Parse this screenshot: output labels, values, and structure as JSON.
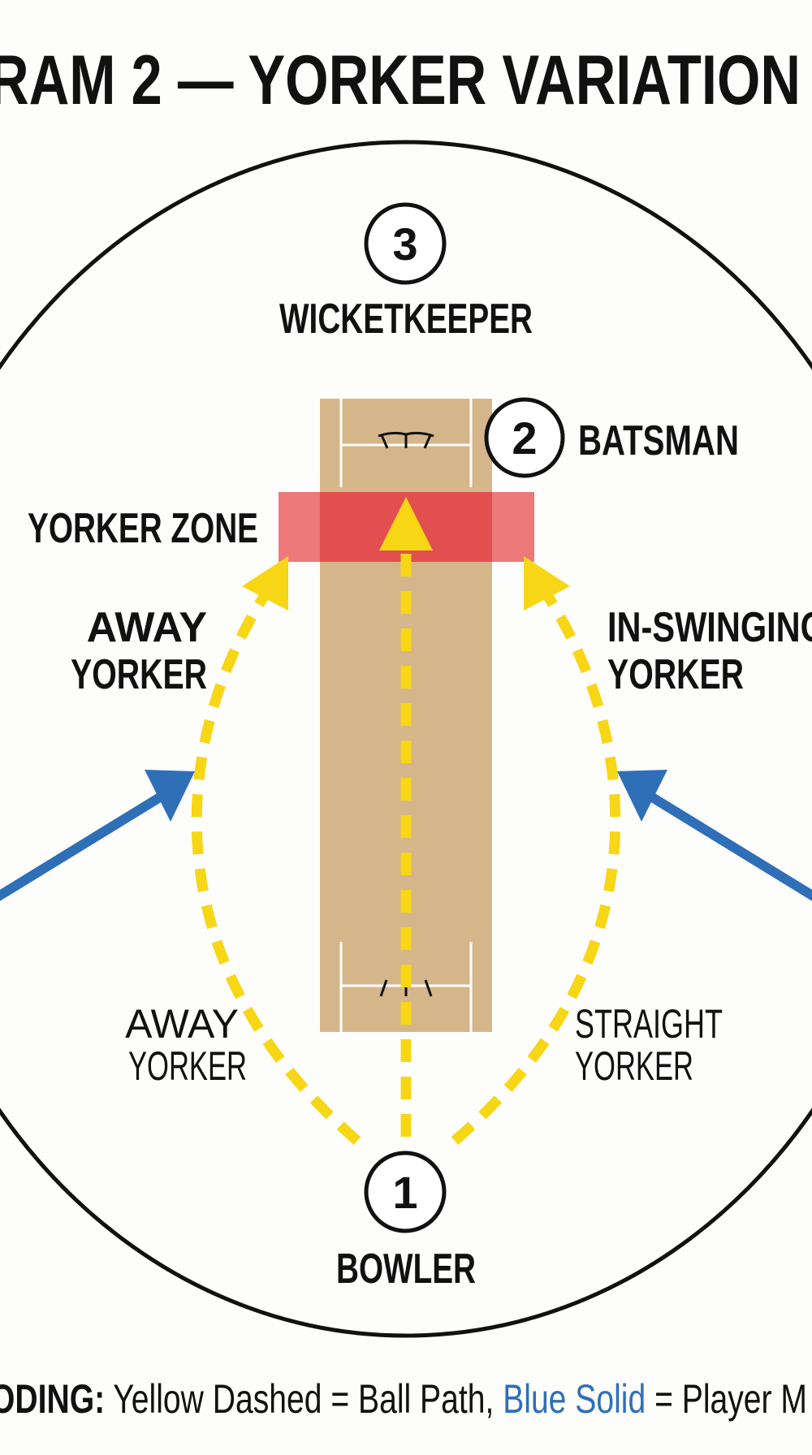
{
  "title": "RAM 2 — YORKER VARIATION",
  "players": {
    "bowler": {
      "number": "1",
      "label": "BOWLER"
    },
    "batsman": {
      "number": "2",
      "label": "BATSMAN"
    },
    "wicketkeeper": {
      "number": "3",
      "label": "WICKETKEEPER"
    }
  },
  "zone": {
    "label": "YORKER ZONE"
  },
  "paths": {
    "away_upper": [
      "AWAY",
      "YORKER"
    ],
    "inswing_upper": [
      "IN-SWINGING",
      "YORKER"
    ],
    "away_lower": [
      "AWAY",
      "YORKER"
    ],
    "straight_lower": [
      "STRAIGHT",
      "YORKER"
    ]
  },
  "legend": {
    "prefix": "ODING:",
    "part1": " Yellow Dashed = Ball Path, ",
    "blue": "Blue Solid",
    "part2": " = Player M"
  },
  "colors": {
    "ball_path": "#f7d615",
    "player_move": "#2f6fb8",
    "pitch": "#d5b68a",
    "zone": "#e8575a",
    "boundary": "#111111"
  }
}
